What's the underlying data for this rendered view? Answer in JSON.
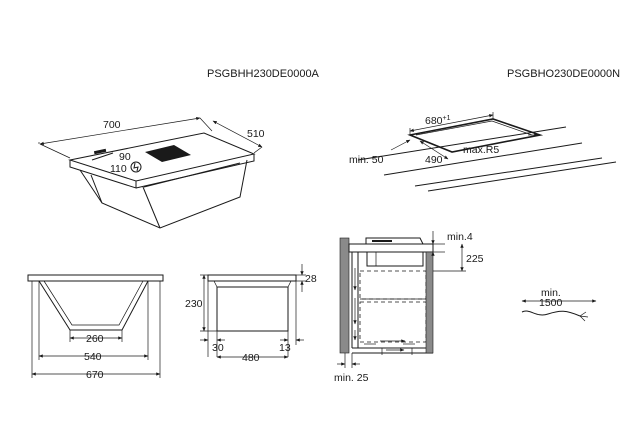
{
  "models": {
    "left": "PSGBHH230DE0000A",
    "right": "PSGBHO230DE0000N"
  },
  "hob_3d": {
    "width": "700",
    "depth": "510",
    "angle_a": "90",
    "angle_b": "110"
  },
  "cutout": {
    "width": "680",
    "width_tol": "+1",
    "depth": "490",
    "min_edge": "min. 50",
    "radius": "max.R5"
  },
  "front_view": {
    "bottom": "260",
    "middle": "540",
    "top": "670"
  },
  "side_view": {
    "height_total": "230",
    "top_thickness": "28",
    "width": "480",
    "left_offset": "30",
    "right_offset": "13"
  },
  "installation": {
    "min_top": "min.4",
    "depth": "225",
    "min_bottom": "min. 25"
  },
  "cable": {
    "label_min": "min.",
    "label_len": "1500"
  }
}
